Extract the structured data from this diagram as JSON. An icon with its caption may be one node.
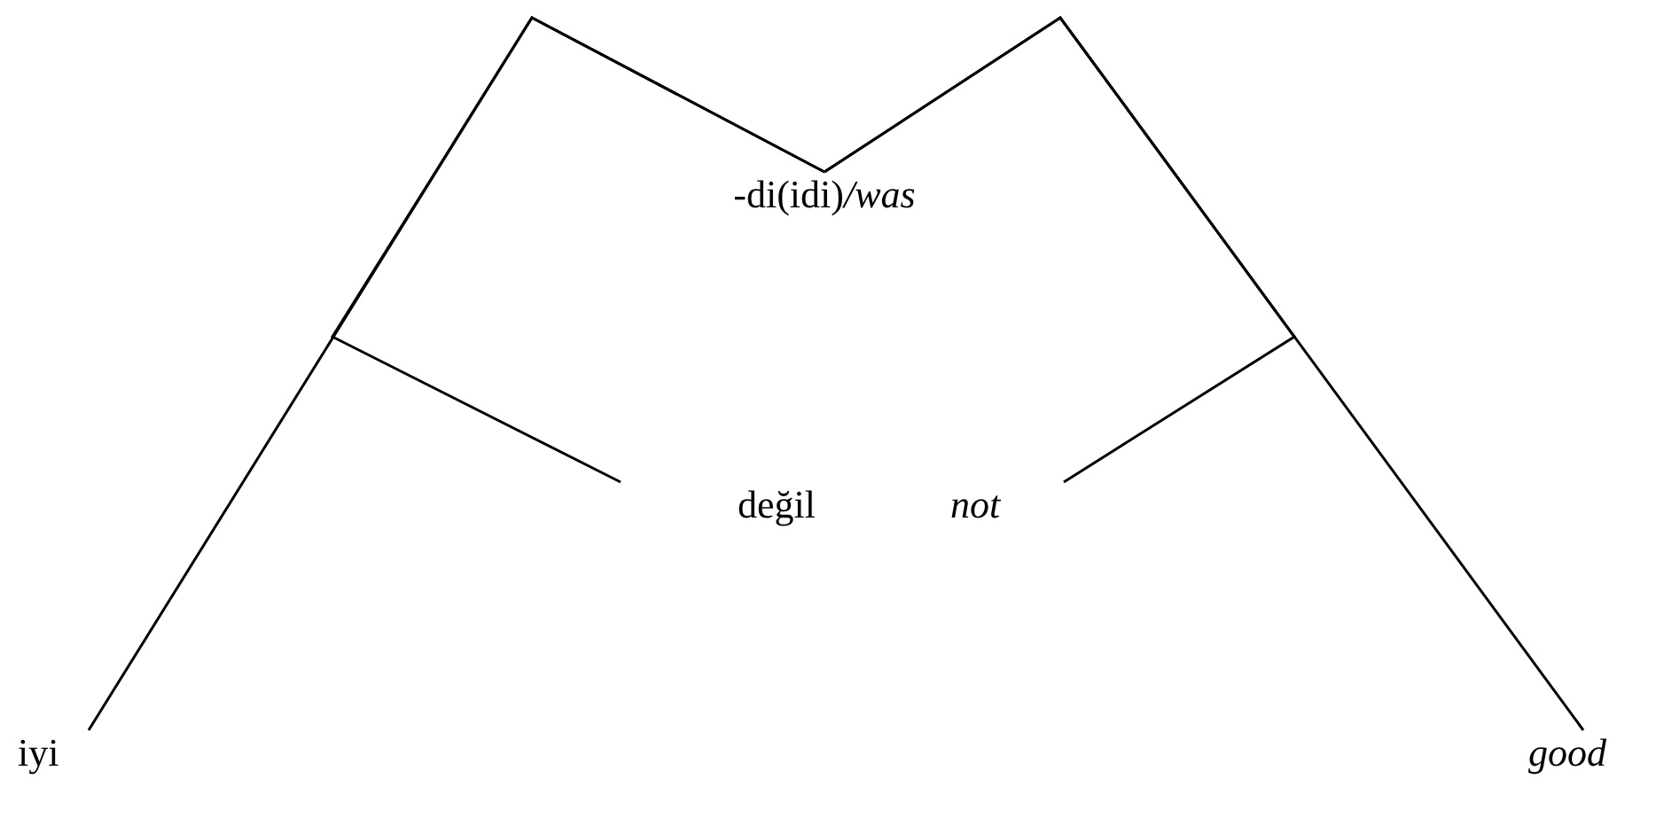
{
  "diagram": {
    "nodes": [
      {
        "text": [
          "-di(idi)*/was*"
        ]
      },
      {
        "text": [
          "değil"
        ]
      },
      {
        "text": [
          "not"
        ]
      },
      {
        "text": [
          "iyi"
        ]
      },
      {
        "text": [
          "good"
        ]
      }
    ],
    "edges": [
      {
        "from": 3,
        "to": 0,
        "arrow": "none"
      },
      {
        "from": 1,
        "to": 0,
        "arrow": "none"
      },
      {
        "from": 2,
        "to": 0,
        "arrow": "none"
      },
      {
        "from": 4,
        "to": 0,
        "arrow": "none"
      }
    ]
  }
}
